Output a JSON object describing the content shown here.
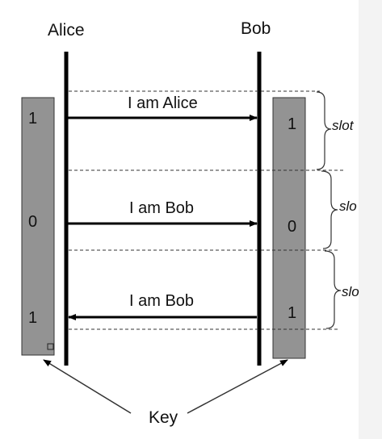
{
  "participants": {
    "alice": "Alice",
    "bob": "Bob"
  },
  "messages": [
    {
      "label": "I am Alice",
      "direction": "alice-to-bob"
    },
    {
      "label": "I am Bob",
      "direction": "alice-to-bob"
    },
    {
      "label": "I am Bob",
      "direction": "bob-to-alice"
    }
  ],
  "alice_key_bits": [
    "1",
    "0",
    "1"
  ],
  "bob_key_bits": [
    "1",
    "0",
    "1"
  ],
  "slot_labels": [
    "slot",
    "slo",
    "slo"
  ],
  "key_label": "Key",
  "colors": {
    "key_bar_fill": "#939393",
    "line": "#000000",
    "background": "#ffffff",
    "right_strip": "#f3f3f3"
  }
}
